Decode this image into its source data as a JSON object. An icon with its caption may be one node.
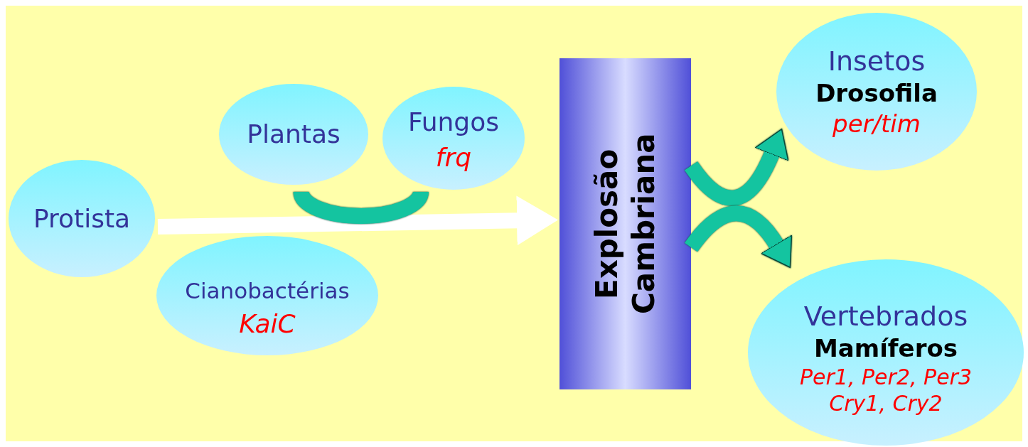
{
  "diagram": {
    "nodes": [
      {
        "text": [
          "Protista"
        ]
      },
      {
        "text": [
          "Cianobactérias",
          "KaiC"
        ]
      },
      {
        "text": [
          "Plantas"
        ]
      },
      {
        "text": [
          "Fungos",
          "frq"
        ]
      },
      {
        "text": [
          "Explosão Cambriana"
        ]
      },
      {
        "text": [
          "Insetos",
          "Drosofila",
          "per/tim"
        ]
      },
      {
        "text": [
          "Vertebrados",
          "Mamíferos",
          "Per1, Per2, Per3 Cry1, Cry2"
        ]
      }
    ],
    "edges": [
      {
        "from": 0,
        "to": 4,
        "arrow": "to",
        "color": "#ffffff"
      },
      {
        "from": 2,
        "to": 3,
        "arrow": "none"
      },
      {
        "from": 4,
        "to": 5,
        "arrow": "to"
      },
      {
        "from": 4,
        "to": 6,
        "arrow": "to"
      }
    ]
  }
}
